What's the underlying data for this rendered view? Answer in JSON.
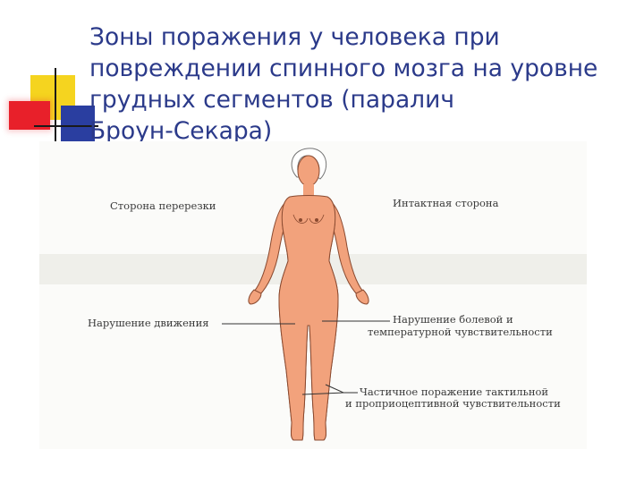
{
  "title": {
    "lines": [
      "Зоны поражения у человека при",
      "повреждении спинного мозга на уровне",
      "грудных сегментов (паралич",
      "Броун-Секара)"
    ],
    "color": "#2b3a8a"
  },
  "figure": {
    "labels": {
      "cut_side": "Сторона перерезки",
      "intact_side": "Интактная сторона",
      "motor": "Нарушение движения",
      "pain_line1": "Нарушение болевой и",
      "pain_line2": "температурной чувствительности",
      "tactile_line1": "Частичное поражение тактильной",
      "tactile_line2": "и проприоцептивной чувствительности"
    },
    "colors": {
      "skin": "#f2a27c",
      "motor_zone": "#ef6b55",
      "sensory_zone": "#8fc5e6"
    }
  },
  "decor": {
    "colors": {
      "yellow": "#f5d41f",
      "red": "#e8202a",
      "blue": "#2a3ea0"
    }
  }
}
